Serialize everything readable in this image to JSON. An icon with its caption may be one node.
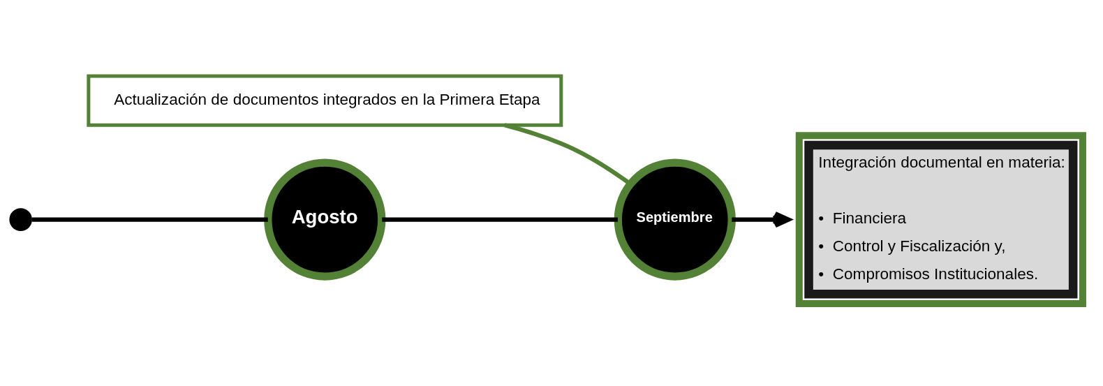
{
  "diagram": {
    "nodes": [
      {
        "text": [],
        "shape": "circle"
      },
      {
        "text": [
          "Agosto"
        ]
      },
      {
        "text": [
          "Septiembre"
        ]
      },
      {
        "text": [
          "Actualización de documentos integrados en la Primera Etapa"
        ]
      },
      {
        "text": [
          "Integración documental en materia:",
          "•  Financiera",
          "•  Control y Fiscalización y,",
          "•  Compromisos Institucionales."
        ]
      }
    ],
    "edges": [
      {
        "from": 0,
        "to": 1,
        "arrow": "none"
      },
      {
        "from": 1,
        "to": 2,
        "arrow": "none"
      },
      {
        "from": 2,
        "to": 4,
        "arrow": "to"
      },
      {
        "from": 3,
        "to": 2,
        "arrow": "none",
        "color": "#538135"
      }
    ]
  }
}
